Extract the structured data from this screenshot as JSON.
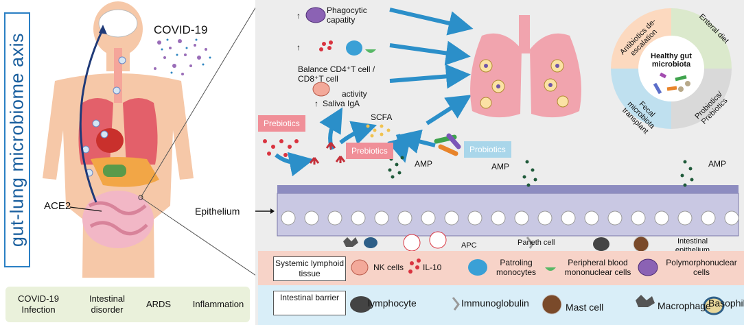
{
  "left": {
    "vertical_title": "gut-lung microbiome axis",
    "covid_label": "COVID-19",
    "ace2_label": "ACE2",
    "flow": {
      "step1": "COVID-19 Infection",
      "step2": "Intestinal disorder",
      "step3": "ARDS",
      "step4": "Inflammation"
    }
  },
  "top": {
    "phagocytic": "Phagocytic capatity",
    "balance": "Balance CD4⁺T cell / CD8⁺T cell",
    "activity": "activity",
    "saliva": "Saliva IgA",
    "up_arrow": "↑"
  },
  "mid": {
    "prebiotics_1": "Prebiotics",
    "prebiotics_2": "Prebiotics",
    "probiotics": "Probiotics",
    "scfa": "SCFA",
    "amp": "AMP",
    "epithelium": "Epithelium",
    "apc": "APC",
    "paneth": "Paneth cell",
    "intestinal_epithelium": "Intestinal epithelium"
  },
  "pie": {
    "center": "Healthy gut microbiota",
    "q1": "Antibiotics de-escalation",
    "q2": "Enteral diet",
    "q3": "Fecal microbiota transplant",
    "q4": "Probiotics/ Prebiotics",
    "colors": [
      "#fcd9bf",
      "#dbe9cc",
      "#bfe0ef",
      "#d9d9d9"
    ]
  },
  "legend": {
    "systemic_label": "Systemic lymphoid tissue",
    "barrier_label": "Intestinal barrier",
    "nk": "NK cells",
    "il10": "IL-10",
    "patrolling": "Patroling monocytes",
    "pbmc": "Peripheral blood mononuclear cells",
    "pmn": "Polymorphonuclear cells",
    "lymphocyte": "lymphocyte",
    "immunoglobulin": "Immunoglobulin",
    "mast": "Mast cell",
    "macrophage": "Macrophage",
    "basophil": "Basophil"
  },
  "colors": {
    "arrow_blue": "#2b8fc9",
    "prebiotics_tag": "#f08f98",
    "probiotics_tag": "#a9d6ea",
    "systemic_band": "#f7d3c8",
    "barrier_band": "#d9eef8"
  }
}
